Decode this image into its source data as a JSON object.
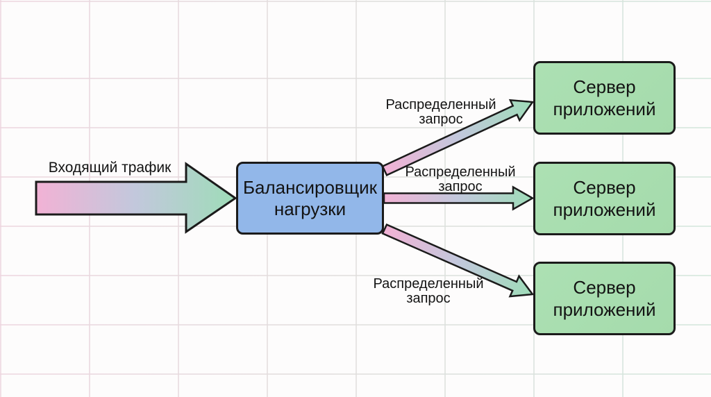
{
  "theme": {
    "bg": "#fdfcfc",
    "grid-pink": "#edd5de",
    "grid-green": "#d2e6db",
    "arrow-pink": "#f2b2d5",
    "arrow-mid": "#c2c8dc",
    "arrow-green": "#9edcb8",
    "stroke": "#1b1b1b",
    "lb-fill": "#92b7e9",
    "server-fill": "#a5dbac",
    "box-border": "#1b1b1b",
    "text": "#131313"
  },
  "diagram": {
    "incoming_label": "Входящий трафик",
    "load_balancer": {
      "label": "Балансировщик нагрузки"
    },
    "servers": [
      {
        "label": "Сервер приложений"
      },
      {
        "label": "Сервер приложений"
      },
      {
        "label": "Сервер приложений"
      }
    ],
    "request_labels": [
      {
        "text": "Распределенный запрос"
      },
      {
        "text": "Распределенный запрос"
      },
      {
        "text": "Распределенный запрос"
      }
    ]
  }
}
